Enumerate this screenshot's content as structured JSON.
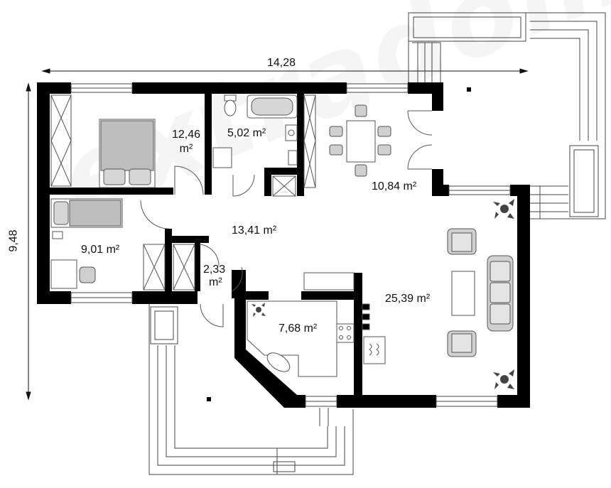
{
  "dimensions": {
    "width": "14,28",
    "height": "9,48"
  },
  "rooms": {
    "bedroom_main": "12,46 m²",
    "bathroom": "5,02 m²",
    "dining": "10,84 m²",
    "hall": "13,41 m²",
    "bedroom_small": "9,01 m²",
    "closet_a": "2,33",
    "closet_b": "m²",
    "kitchen": "7,68 m²",
    "living": "25,39 m²"
  },
  "watermark": "extradom",
  "colors": {
    "wall": "#000000",
    "furniture": "#bdbdbd",
    "line": "#555555"
  }
}
